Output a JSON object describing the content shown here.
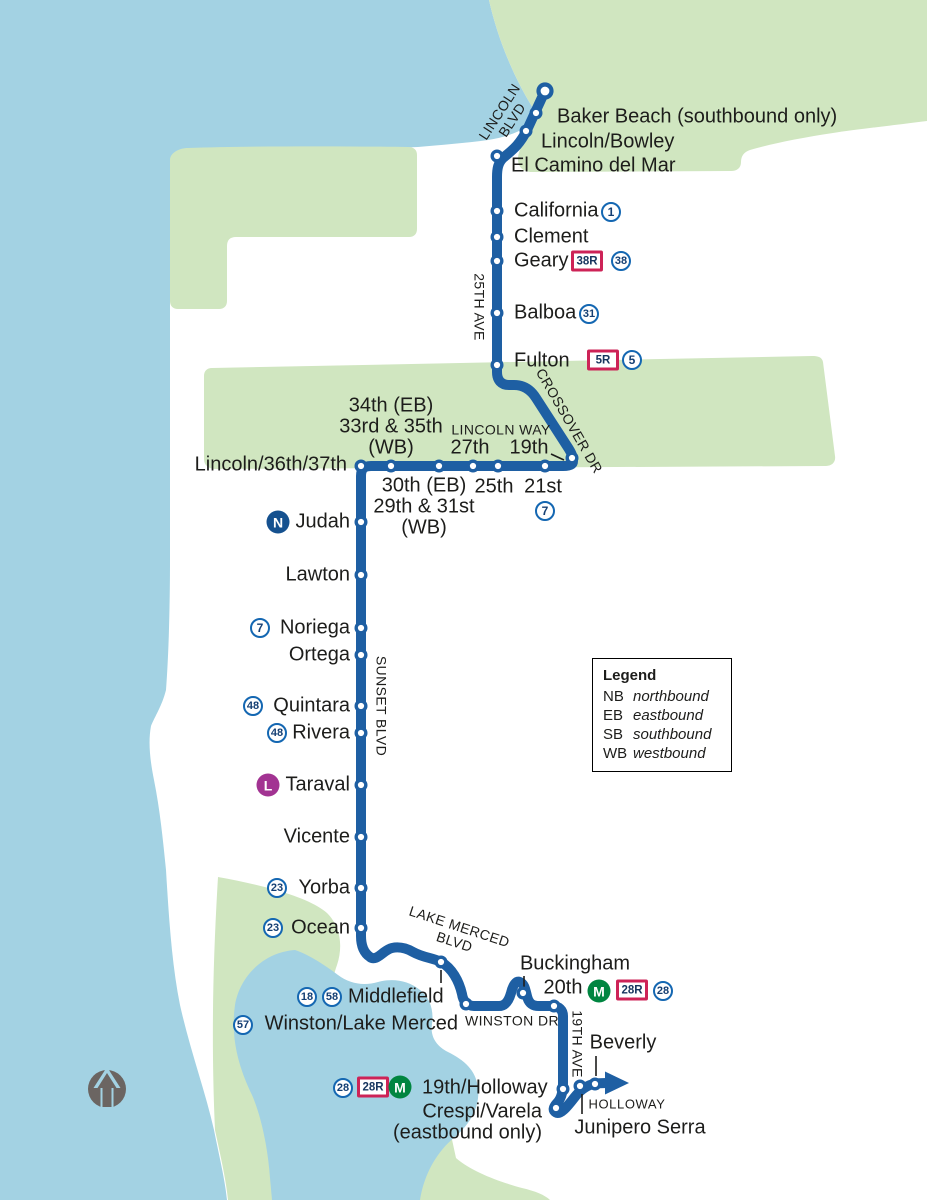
{
  "colors": {
    "water": "#a3d2e3",
    "land": "#d0e6c0",
    "route": "#1e5fa3",
    "badge_ring": "#1467b2",
    "badge_text": "#153f73",
    "rapid_border": "#cd2357",
    "metro_n": "#15518f",
    "metro_l": "#a23392",
    "metro_m": "#008540",
    "compass": "#6b6562",
    "text": "#1d1d1b"
  },
  "stops": {
    "baker_beach": "Baker Beach (southbound only)",
    "lincoln_bowley": "Lincoln/Bowley",
    "el_camino": "El Camino del Mar",
    "california": "California",
    "clement": "Clement",
    "geary": "Geary",
    "balboa": "Balboa",
    "fulton": "Fulton",
    "s34_l1": "34th (EB)",
    "s34_l2": "33rd & 35th",
    "s34_l3": "(WB)",
    "lincoln_36": "Lincoln/36th/37th",
    "s30_l1": "30th (EB)",
    "s30_l2": "29th & 31st",
    "s30_l3": "(WB)",
    "s27": "27th",
    "s19": "19th",
    "s25": "25th",
    "s21": "21st",
    "judah": "Judah",
    "lawton": "Lawton",
    "noriega": "Noriega",
    "ortega": "Ortega",
    "quintara": "Quintara",
    "rivera": "Rivera",
    "taraval": "Taraval",
    "vicente": "Vicente",
    "yorba": "Yorba",
    "ocean": "Ocean",
    "middlefield": "Middlefield",
    "winston_lm": "Winston/Lake Merced",
    "buckingham": "Buckingham",
    "s20": "20th",
    "beverly": "Beverly",
    "holloway19": "19th/Holloway",
    "crespi": "Crespi/Varela",
    "crespi_note": "(eastbound only)",
    "junipero": "Junipero Serra"
  },
  "streets": {
    "lincoln_l1": "LINCOLN",
    "lincoln_l2": "BLVD",
    "ave25": "25TH AVE",
    "crossover": "CROSSOVER DR",
    "lincoln_way": "LINCOLN WAY",
    "sunset": "SUNSET BLVD",
    "lake_merced_l1": "LAKE MERCED",
    "lake_merced_l2": "BLVD",
    "winston_dr": "WINSTON DR",
    "ave19": "19TH AVE",
    "holloway": "HOLLOWAY"
  },
  "badges": {
    "r1": "1",
    "r38r": "38R",
    "r38": "38",
    "r31": "31",
    "r5r": "5R",
    "r5": "5",
    "r7": "7",
    "r48": "48",
    "r23": "23",
    "r18": "18",
    "r58": "58",
    "r57": "57",
    "r28": "28",
    "r28r": "28R",
    "mn": "N",
    "ml": "L",
    "mm": "M"
  },
  "legend": {
    "title": "Legend",
    "nb": "NB",
    "nb_t": "northbound",
    "eb": "EB",
    "eb_t": "eastbound",
    "sb": "SB",
    "sb_t": "southbound",
    "wb": "WB",
    "wb_t": "westbound"
  }
}
